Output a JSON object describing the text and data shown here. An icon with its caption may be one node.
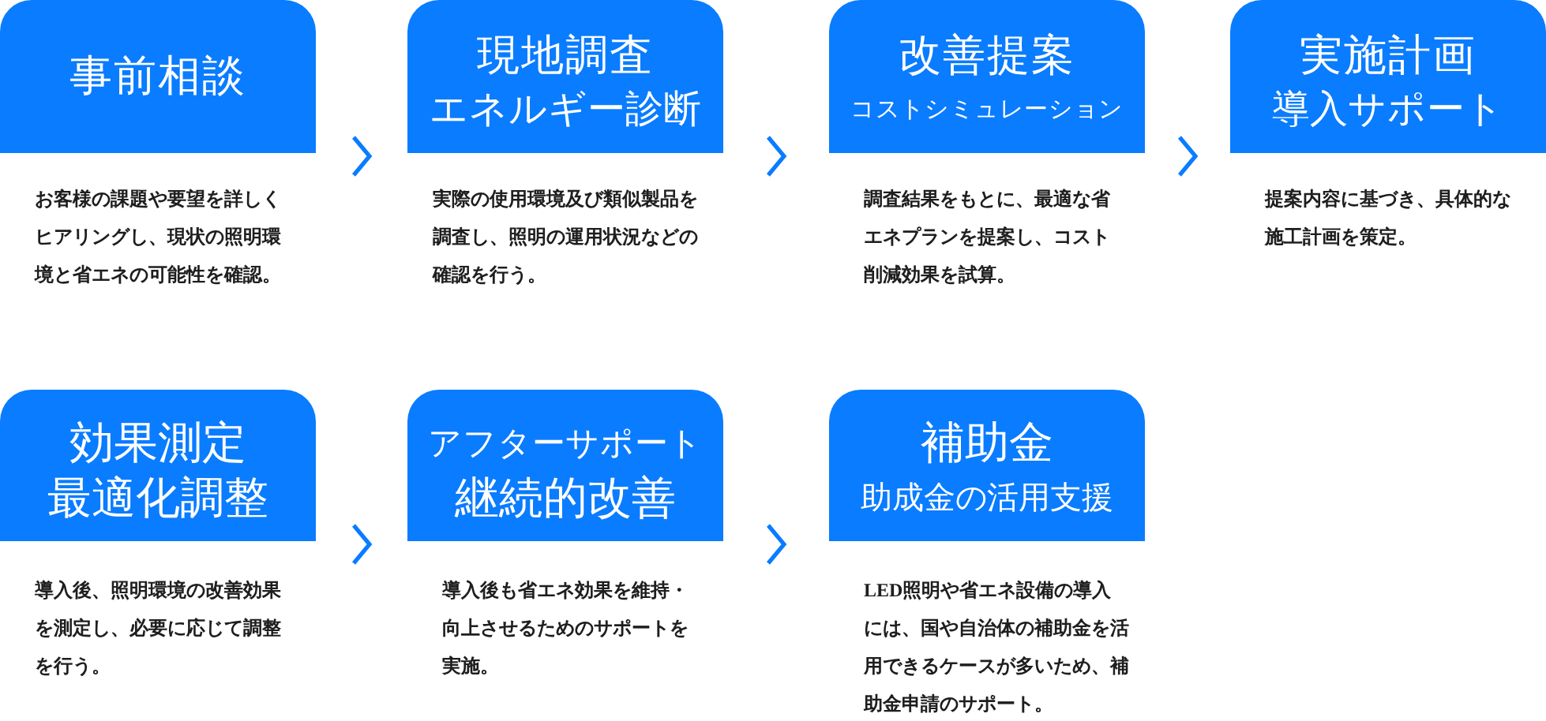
{
  "diagram": {
    "nodes": [
      {
        "text": [
          "事前相談"
        ],
        "beside": [
          "お客様の課題や要望を詳しくヒアリングし、現状の照明環境と省エネの可能性を確認。"
        ]
      },
      {
        "text": [
          "現地調査",
          "エネルギー診断"
        ],
        "beside": [
          "実際の使用環境及び類似製品を調査し、照明の運用状況などの確認を行う。"
        ]
      },
      {
        "text": [
          "改善提案",
          "コストシミュレーション"
        ],
        "beside": [
          "調査結果をもとに、最適な省エネプランを提案し、コスト削減効果を試算。"
        ]
      },
      {
        "text": [
          "実施計画",
          "導入サポート"
        ],
        "beside": [
          "提案内容に基づき、具体的な施工計画を策定。"
        ]
      },
      {
        "text": [
          "効果測定",
          "最適化調整"
        ],
        "beside": [
          "導入後、照明環境の改善効果を測定し、必要に応じて調整を行う。"
        ]
      },
      {
        "text": [
          "アフターサポート",
          "継続的改善"
        ],
        "beside": [
          "導入後も省エネ効果を維持・向上させるためのサポートを実施。"
        ]
      },
      {
        "text": [
          "補助金",
          "助成金の活用支援"
        ],
        "beside": [
          "LED照明や省エネ設備の導入には、国や自治体の補助金を活用できるケースが多いため、補助金申請のサポート。"
        ]
      }
    ],
    "edges": [
      {
        "from": 0,
        "to": 1,
        "arrow": "to"
      },
      {
        "from": 1,
        "to": 2,
        "arrow": "to"
      },
      {
        "from": 2,
        "to": 3,
        "arrow": "to"
      },
      {
        "from": 4,
        "to": 5,
        "arrow": "to"
      },
      {
        "from": 5,
        "to": 6,
        "arrow": "to"
      }
    ]
  }
}
